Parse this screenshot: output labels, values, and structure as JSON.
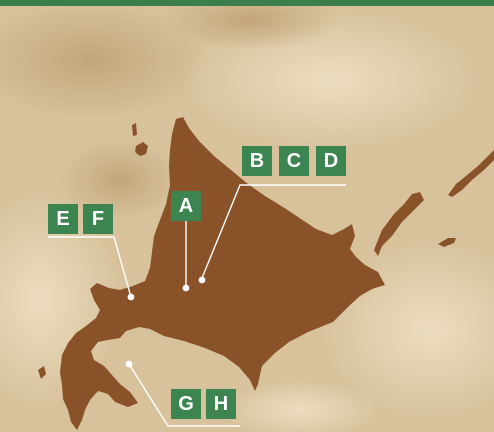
{
  "map": {
    "colors": {
      "parchment": "#d9c49f",
      "land": "#8a5229",
      "label_bg": "#3d8550",
      "label_text": "#ffffff",
      "top_bar": "#3c7e4c",
      "leader_line": "#ffffff"
    },
    "labels": {
      "a": "A",
      "b": "B",
      "c": "C",
      "d": "D",
      "e": "E",
      "f": "F",
      "g": "G",
      "h": "H"
    }
  }
}
